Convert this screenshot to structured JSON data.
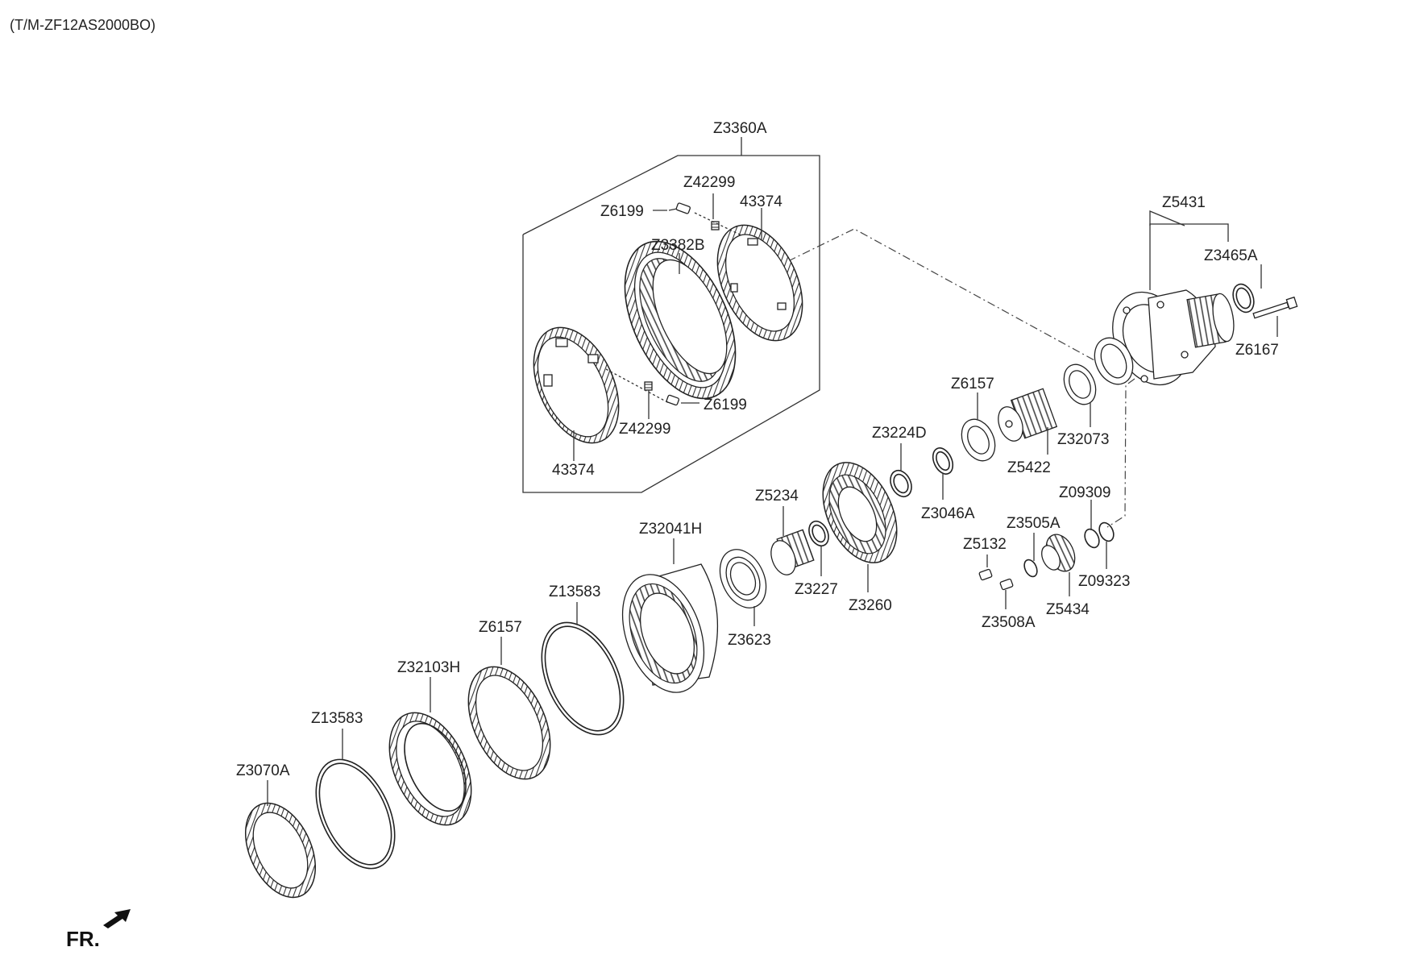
{
  "header": {
    "code": "(T/M-ZF12AS2000BO)"
  },
  "front_marker": {
    "text": "FR."
  },
  "parts": {
    "z3360a": "Z3360A",
    "z42299_top": "Z42299",
    "z6199_top": "Z6199",
    "p43374_top": "43374",
    "z3382b": "Z3382B",
    "z6199_bottom": "Z6199",
    "z42299_bottom": "Z42299",
    "p43374_bottom": "43374",
    "z5431": "Z5431",
    "z3465a": "Z3465A",
    "z6167": "Z6167",
    "z6157_right": "Z6157",
    "z5422": "Z5422",
    "z32073": "Z32073",
    "z3224d": "Z3224D",
    "z3046a": "Z3046A",
    "z09309": "Z09309",
    "z09323": "Z09323",
    "z3505a": "Z3505A",
    "z5132": "Z5132",
    "z3508a": "Z3508A",
    "z5434": "Z5434",
    "z5234": "Z5234",
    "z3227": "Z3227",
    "z3260": "Z3260",
    "z3623": "Z3623",
    "z32041h": "Z32041H",
    "z13583_upper": "Z13583",
    "z6157_left": "Z6157",
    "z32103h": "Z32103H",
    "z13583_lower": "Z13583",
    "z3070a": "Z3070A"
  }
}
